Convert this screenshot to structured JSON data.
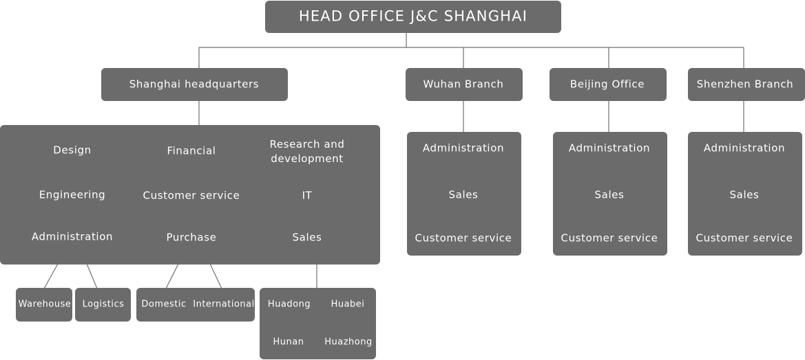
{
  "head": {
    "title": "HEAD OFFICE J&C SHANGHAI"
  },
  "shanghai": {
    "label": "Shanghai headquarters",
    "departments": {
      "design": "Design",
      "financial": "Financial",
      "research": "Research and development",
      "engineering": "Engineering",
      "customer_service": "Customer service",
      "it": "IT",
      "administration": "Administration",
      "purchase": "Purchase",
      "sales": "Sales"
    },
    "administration_units": {
      "warehouse": "Warehouse",
      "logistics": "Logistics"
    },
    "purchase_units": {
      "domestic": "Domestic",
      "international": "International"
    },
    "sales_regions": {
      "huadong": "Huadong",
      "huabei": "Huabei",
      "hunan": "Hunan",
      "huazhong": "Huazhong"
    }
  },
  "wuhan": {
    "label": "Wuhan Branch",
    "departments": {
      "administration": "Administration",
      "sales": "Sales",
      "customer_service": "Customer service"
    }
  },
  "beijing": {
    "label": "Beijing Office",
    "departments": {
      "administration": "Administration",
      "sales": "Sales",
      "customer_service": "Customer service"
    }
  },
  "shenzhen": {
    "label": "Shenzhen Branch",
    "departments": {
      "administration": "Administration",
      "sales": "Sales",
      "customer_service": "Customer service"
    }
  },
  "colors": {
    "box": "#6b6b6b",
    "text": "#ffffff",
    "line": "#6f6f6f",
    "background": "#ffffff"
  }
}
